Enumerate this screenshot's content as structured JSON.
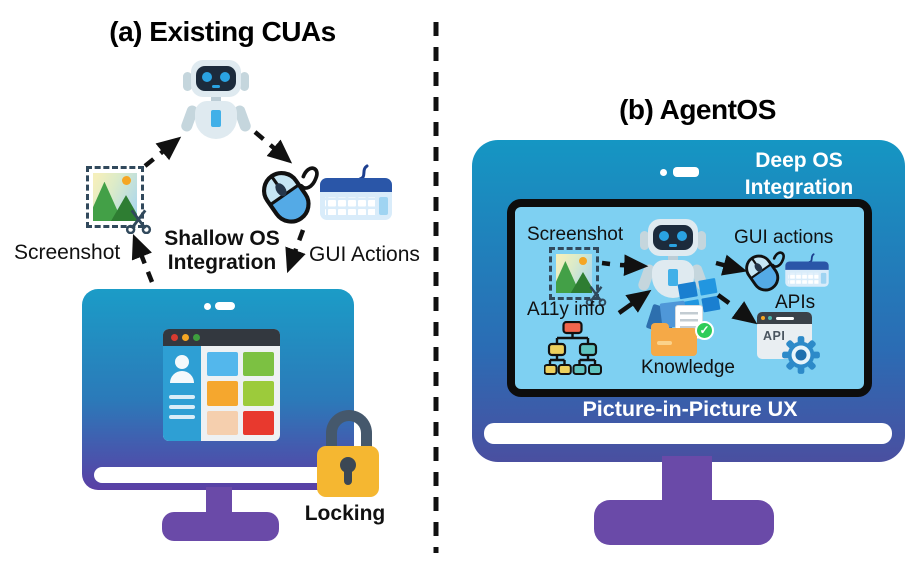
{
  "panel_a": {
    "title": "(a) Existing CUAs",
    "screenshot_label": "Screenshot",
    "shallow_os_line1": "Shallow OS",
    "shallow_os_line2": "Integration",
    "gui_actions_label": "GUI Actions",
    "locking_label": "Locking"
  },
  "panel_b": {
    "title": "(b) AgentOS",
    "deep_os_line1": "Deep OS",
    "deep_os_line2": "Integration",
    "screenshot_label": "Screenshot",
    "a11y_label": "A11y info",
    "gui_actions_label": "GUI actions",
    "apis_label": "APIs",
    "knowledge_label": "Knowledge",
    "pip_label": "Picture-in-Picture UX",
    "api_window_text": "API"
  },
  "colors": {
    "monitor_a_top": "#1b9cc7",
    "monitor_a_bottom": "#5a3fa5",
    "monitor_b_top": "#1596c3",
    "monitor_b_bottom": "#4a4fa0",
    "stand_purple": "#6a4aa8",
    "inner_screen_bg": "#7ed0f2",
    "lock_body": "#f5b731",
    "lock_shackle": "#45586c",
    "arrow_black": "#111111",
    "traffic_lights": [
      "#d93b30",
      "#f5a623",
      "#3e9e3e"
    ],
    "tiles": [
      "#53b7ec",
      "#7cc142",
      "#f5a72e",
      "#9ccb3b",
      "#f5cfae",
      "#e8392e"
    ],
    "sidebar_blue": "#2e9fd4",
    "tree_root": "#f2664d",
    "tree_yellow": "#ecd05e",
    "tree_teal": "#5fc4c0",
    "check_green": "#2ecc59",
    "gear_blue": "#2d8ac9",
    "gear_core": "#1e6fae",
    "windows_blue": "#2196e0",
    "api_dot_orange": "#f5a623",
    "api_dot_teal": "#4db6ac",
    "mouse_blue": "#54aae6",
    "keyboard_blue": "#2a56a8"
  }
}
